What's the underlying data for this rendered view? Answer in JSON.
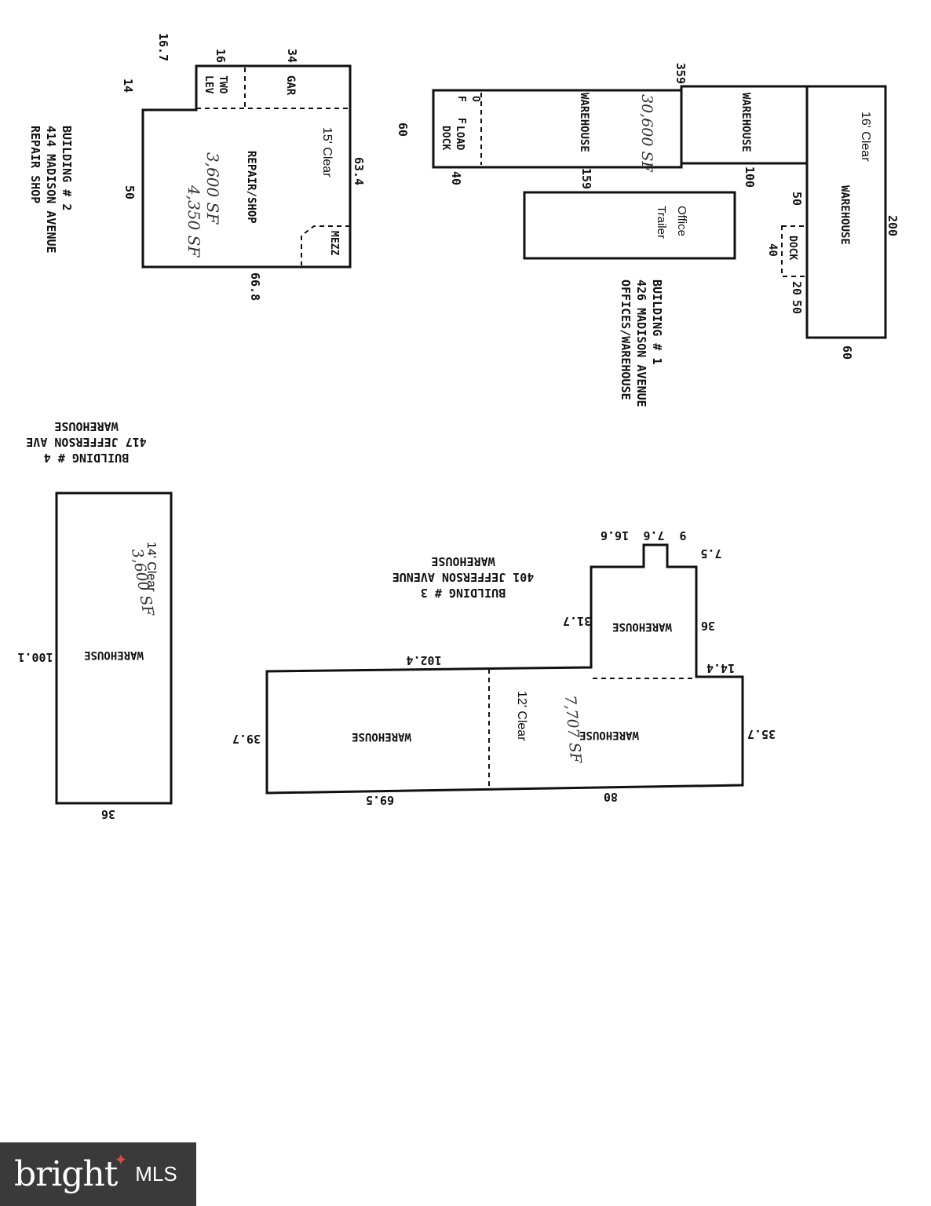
{
  "building1": {
    "caption": [
      "BUILDING # 1",
      "426 MADISON AVENUE",
      "OFFICES/WAREHOUSE"
    ],
    "rooms": {
      "warehouse_a": "WAREHOUSE",
      "warehouse_b": "WAREHOUSE",
      "warehouse_c": "WAREHOUSE",
      "clear": "16' Clear",
      "load_dock": [
        "LOAD",
        "DOCK"
      ],
      "off": [
        "O",
        "F",
        "F"
      ],
      "dock": "DOCK",
      "trailer": [
        "Office",
        "Trailer"
      ]
    },
    "dims": {
      "d359": "359",
      "d60_left": "60",
      "d40": "40",
      "d159": "159",
      "d100": "100",
      "d200": "200",
      "d50": "50",
      "d40_dock": "40",
      "d20": "20",
      "d50_b": "50",
      "d60_bottom": "60"
    },
    "handwritten": "30,600 SF"
  },
  "building2": {
    "caption": [
      "BUILDING # 2",
      "414 MADISON AVENUE",
      "REPAIR SHOP"
    ],
    "rooms": {
      "shop": "REPAIR/SHOP",
      "clear": "15' Clear",
      "gar": "GAR",
      "two_lev": [
        "TWO",
        "LEV"
      ],
      "mezz": "MEZZ"
    },
    "dims": {
      "d16_7": "16.7",
      "d16": "16",
      "d34": "34",
      "d14": "14",
      "d50": "50",
      "d63_4": "63.4",
      "d66_8": "66.8"
    },
    "handwritten": [
      "3,600 SF",
      "4,350 SF"
    ]
  },
  "building3": {
    "caption": [
      "BUILDING # 3",
      "401 JEFFERSON AVENUE",
      "WAREHOUSE"
    ],
    "rooms": {
      "warehouse_left": "WAREHOUSE",
      "warehouse_right": "WAREHOUSE",
      "warehouse_top": "WAREHOUSE",
      "clear": "12' Clear"
    },
    "dims": {
      "d9": "9",
      "d7_6": "7.6",
      "d16_6": "16.6",
      "d7_5": "7.5",
      "d31_7": "31.7",
      "d36": "36",
      "d14_4": "14.4",
      "d102_4": "102.4",
      "d39_7": "39.7",
      "d35_7": "35.7",
      "d69_5": "69.5",
      "d80": "80"
    },
    "handwritten": "7,707 SF"
  },
  "building4": {
    "caption": [
      "BUILDING # 4",
      "417 JEFFERSON AVE",
      "WAREHOUSE"
    ],
    "rooms": {
      "warehouse": "WAREHOUSE",
      "clear": "14' Clear"
    },
    "dims": {
      "d100_1": "100.1",
      "d36": "36"
    },
    "handwritten": "3,600 SF"
  },
  "logo": {
    "brand": "bright",
    "suffix": "MLS"
  }
}
